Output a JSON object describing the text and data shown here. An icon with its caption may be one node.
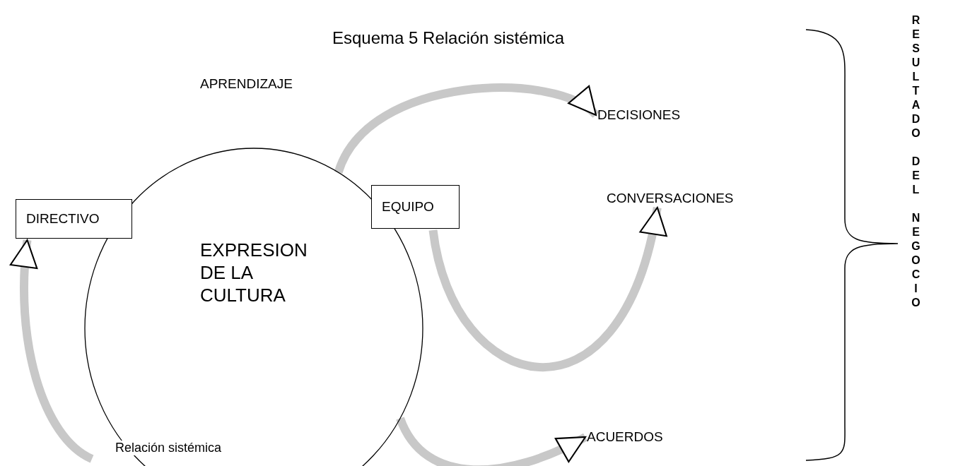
{
  "diagram": {
    "title": "Esquema 5 Relación sistémica",
    "nodes": [
      {
        "text": [
          "EXPRESION DE LA CULTURA"
        ]
      },
      {
        "text": [
          "DIRECTIVO"
        ]
      },
      {
        "text": [
          "EQUIPO"
        ]
      },
      {
        "text": [
          "DECISIONES"
        ]
      },
      {
        "text": [
          "CONVERSACIONES"
        ]
      },
      {
        "text": [
          "ACUERDOS"
        ]
      }
    ],
    "edges": [
      {
        "from": 0,
        "to": 3,
        "arrow": "to"
      },
      {
        "from": 2,
        "to": 4,
        "arrow": "to"
      },
      {
        "from": 0,
        "to": 5,
        "arrow": "to"
      },
      {
        "from": null,
        "to": 1,
        "arrow": "to"
      }
    ],
    "labels": [
      "APRENDIZAJE",
      "Relación sistémica",
      "RESULTADO DEL NEGOCIO"
    ]
  }
}
